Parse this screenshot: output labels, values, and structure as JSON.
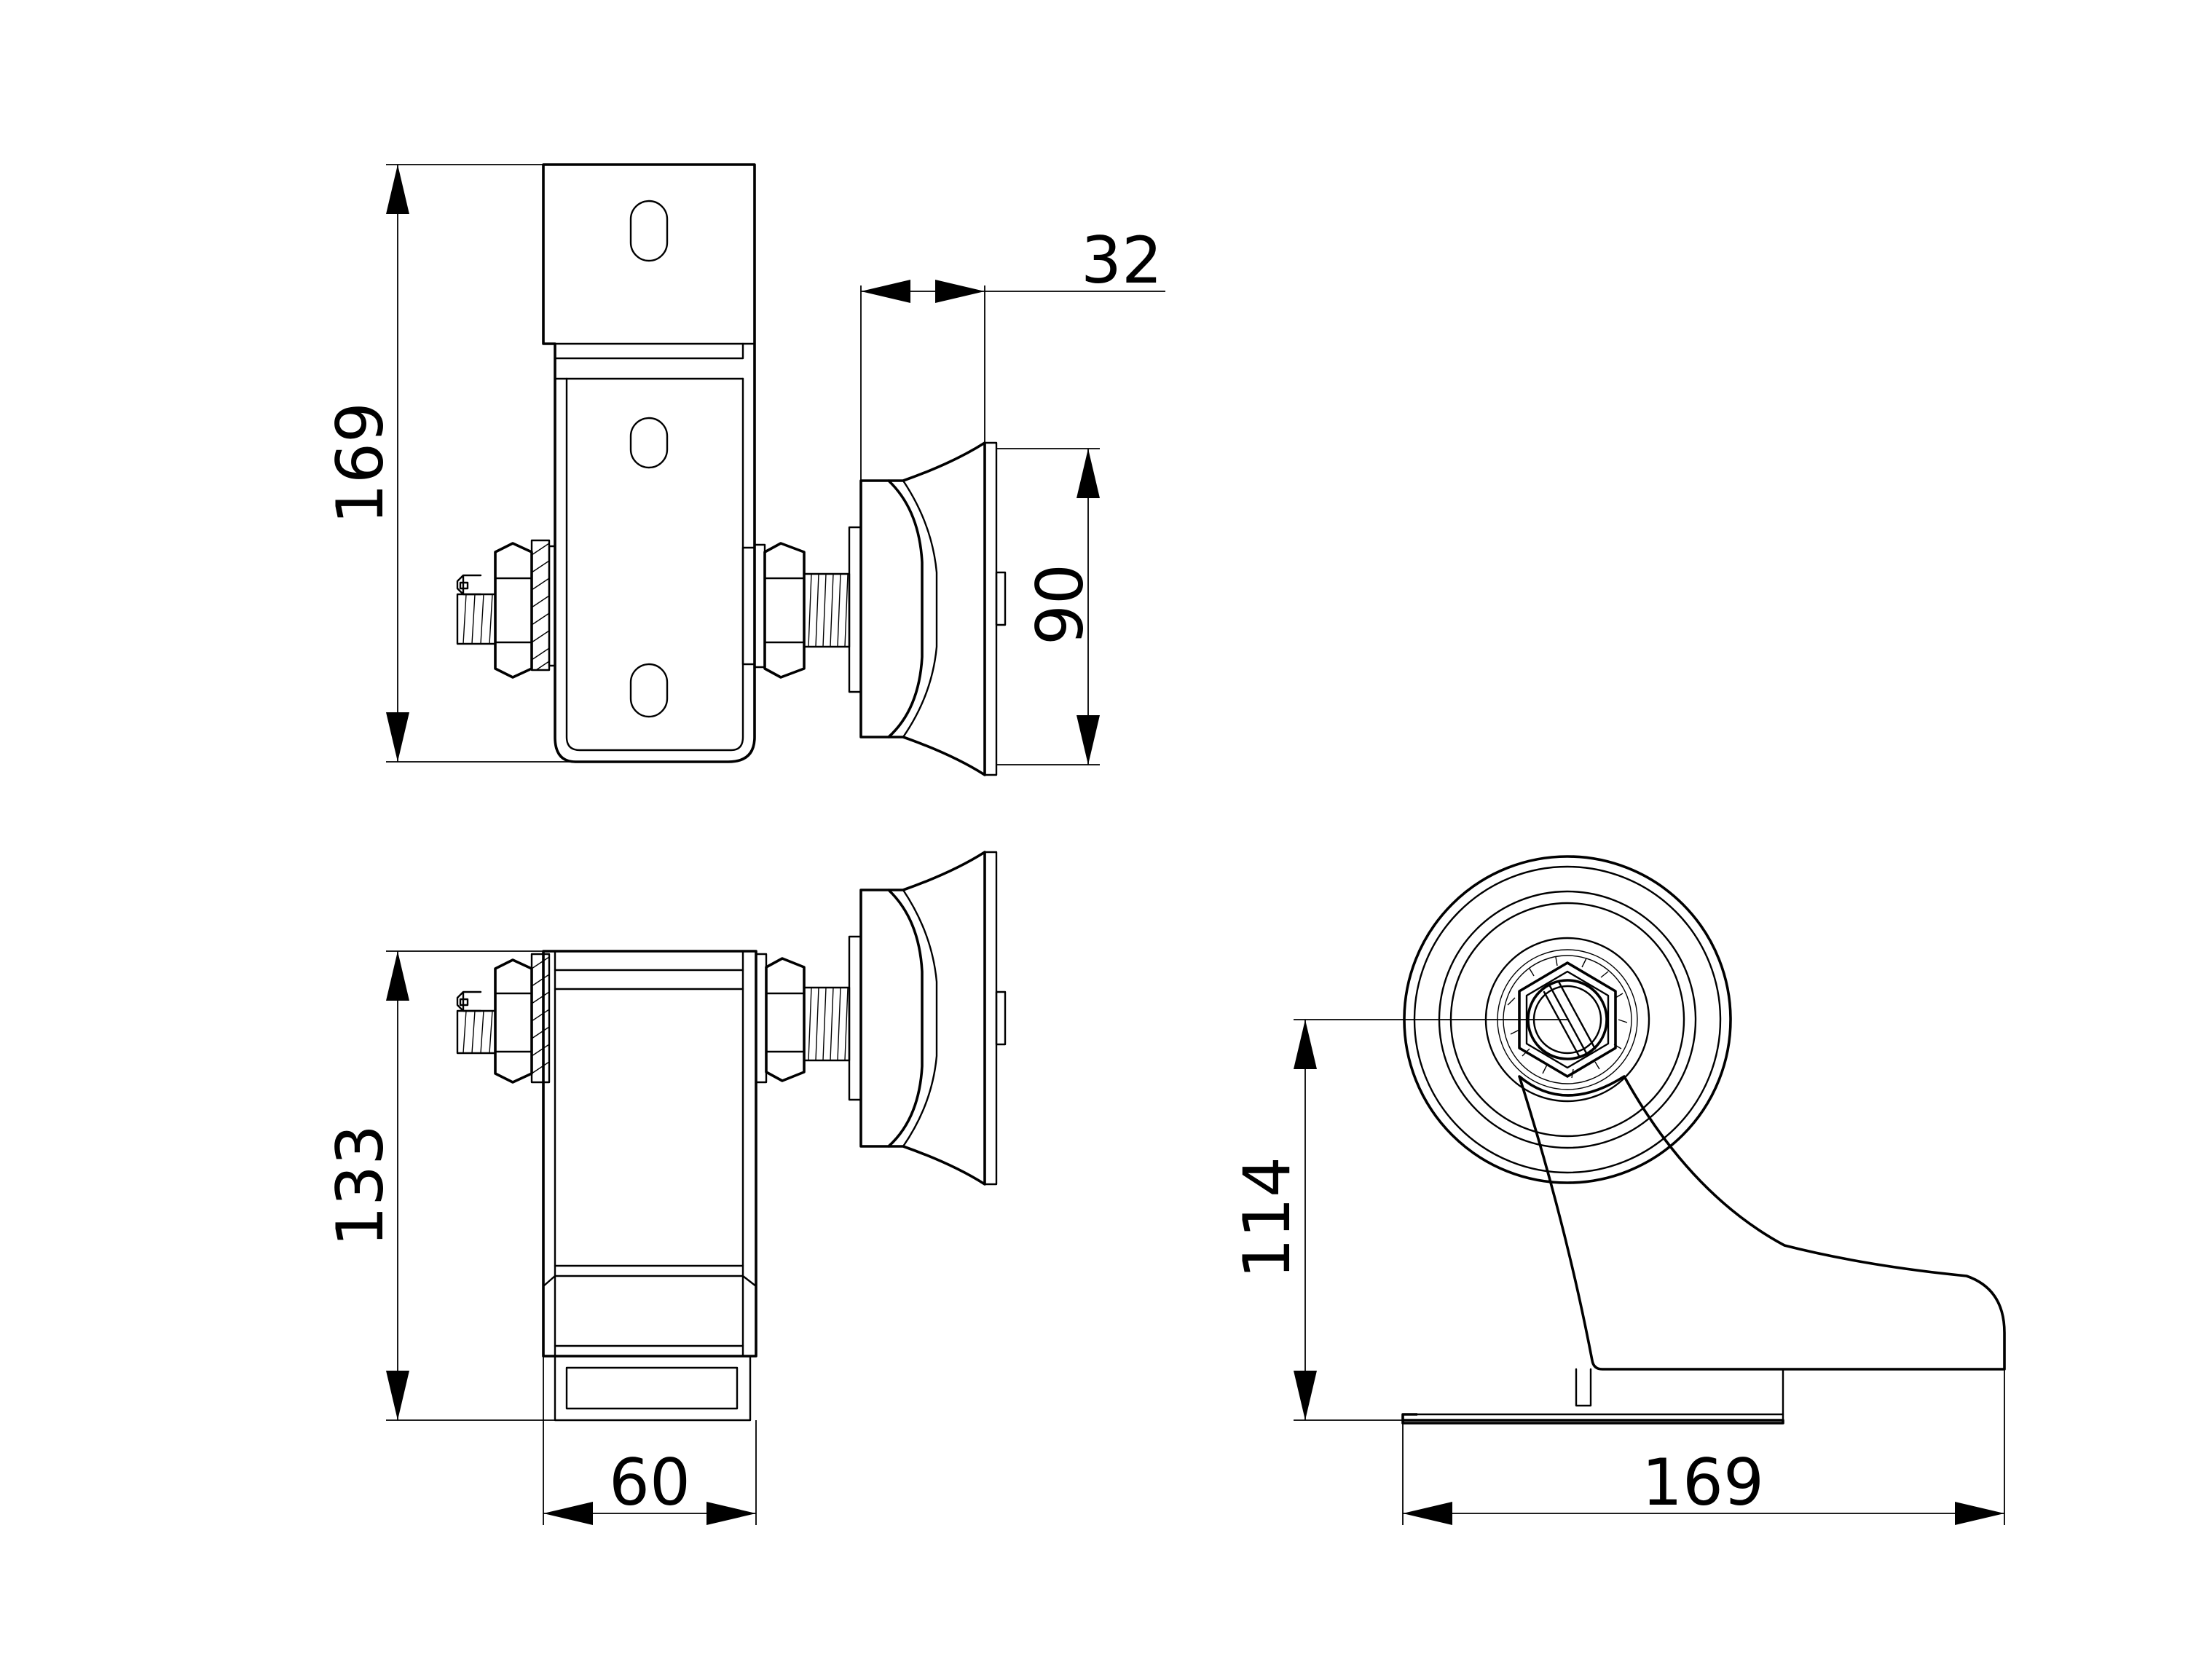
{
  "dimensions": {
    "top_height": "169",
    "top_pulley_offset": "32",
    "top_wheel_diameter": "90",
    "front_height": "133",
    "front_width": "60",
    "side_axle_height": "114",
    "side_length": "169"
  },
  "colors": {
    "line": "#000000",
    "background": "#ffffff"
  }
}
